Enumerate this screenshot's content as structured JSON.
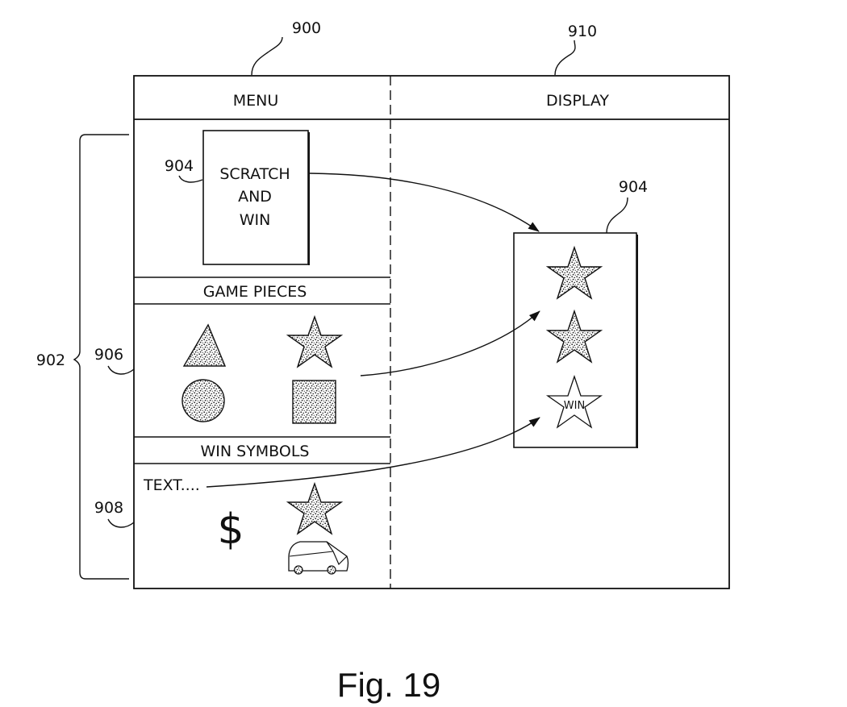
{
  "figure": {
    "caption": "Fig. 19",
    "reference_numerals": {
      "menu_panel": "900",
      "display_panel": "910",
      "menu_groups": "902",
      "card_in_menu": "904",
      "card_in_display": "904",
      "game_pieces_group": "906",
      "win_symbols_group": "908"
    }
  },
  "menu": {
    "header": "MENU",
    "card": {
      "lines": [
        "SCRATCH",
        "AND",
        "WIN"
      ]
    },
    "game_pieces": {
      "heading": "GAME PIECES",
      "items": [
        "triangle",
        "star",
        "circle",
        "square"
      ]
    },
    "win_symbols": {
      "heading": "WIN SYMBOLS",
      "text_item": "TEXT....",
      "dollar_symbol": "$",
      "items": [
        "text",
        "dollar",
        "star",
        "car"
      ]
    }
  },
  "display": {
    "header": "DISPLAY",
    "card": {
      "slots": [
        "star",
        "star",
        "win-star"
      ],
      "win_star_label": "WIN"
    }
  },
  "arrows": [
    {
      "from": "menu-card",
      "to": "display-card"
    },
    {
      "from": "game-piece-square",
      "to": "display-star-2"
    },
    {
      "from": "win-symbol-text",
      "to": "display-win-star"
    }
  ]
}
